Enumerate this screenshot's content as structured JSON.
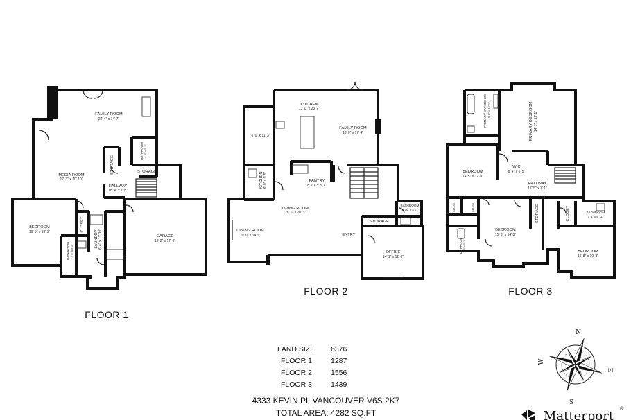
{
  "floors": [
    {
      "label": "FLOOR 1",
      "rooms": [
        {
          "name": "FAMILY ROOM",
          "dims": "24' 4\" x 14' 7\""
        },
        {
          "name": "MEDIA ROOM",
          "dims": "17' 3\" x 10' 10\""
        },
        {
          "name": "STORAGE",
          "dims": ""
        },
        {
          "name": "BATHROOM",
          "dims": "4' 8\" x 5' 3\""
        },
        {
          "name": "STORAGE",
          "dims": ""
        },
        {
          "name": "HALLWAY",
          "dims": "18' 4\" x 7' 8\""
        },
        {
          "name": "BEDROOM",
          "dims": "16' 5\" x 13' 5\""
        },
        {
          "name": "CLOSET",
          "dims": ""
        },
        {
          "name": "LAUNDRY",
          "dims": "6' 4\" x 13' 10\""
        },
        {
          "name": "BATHROOM",
          "dims": "7' 5\" x 5' 2\""
        },
        {
          "name": "GARAGE",
          "dims": "19' 2\" x 17' 6\""
        }
      ]
    },
    {
      "label": "FLOOR 2",
      "rooms": [
        {
          "name": "KITCHEN",
          "dims": "13' 0\" x 23' 2\""
        },
        {
          "name": "FAMILY ROOM",
          "dims": "10' 0\" x 17' 4\""
        },
        {
          "name": "",
          "dims": "6' 0\" x 11' 3\""
        },
        {
          "name": "KITCHEN",
          "dims": "6' 0\" x 9' 5\""
        },
        {
          "name": "PANTRY",
          "dims": "8' 10\" x 3' 7\""
        },
        {
          "name": "LIVING ROOM",
          "dims": "28' 6\" x 20' 3\""
        },
        {
          "name": "DINING ROOM",
          "dims": "10' 0\" x 14' 9\""
        },
        {
          "name": "BATHROOM",
          "dims": "5' 10\" x 5' 7\""
        },
        {
          "name": "STORAGE",
          "dims": ""
        },
        {
          "name": "ENTRY",
          "dims": ""
        },
        {
          "name": "OFFICE",
          "dims": "14' 1\" x 12' 0\""
        }
      ]
    },
    {
      "label": "FLOOR 3",
      "rooms": [
        {
          "name": "PRIMARY BATHROOM",
          "dims": "10' 9\" x 14' 1\""
        },
        {
          "name": "PRIMARY BEDROOM",
          "dims": "14' 7\" x 19' 1\""
        },
        {
          "name": "BEDROOM",
          "dims": "14' 5\" x 12' 0\""
        },
        {
          "name": "WIC",
          "dims": "8' 4\" x 6' 5\""
        },
        {
          "name": "HALLWAY",
          "dims": "17' 5\" x 7' 1\""
        },
        {
          "name": "CLOSET",
          "dims": ""
        },
        {
          "name": "CLOSET",
          "dims": ""
        },
        {
          "name": "STORAGE",
          "dims": ""
        },
        {
          "name": "CLOSET",
          "dims": ""
        },
        {
          "name": "BATHROOM",
          "dims": "7' 1\" x 5' 11\""
        },
        {
          "name": "BATHROOM",
          "dims": "7' 5\" x 5' 2\""
        },
        {
          "name": "BEDROOM",
          "dims": "15' 3\" x 14' 8\""
        },
        {
          "name": "BEDROOM",
          "dims": "15' 8\" x 19' 3\""
        }
      ]
    }
  ],
  "summary": {
    "rows": [
      {
        "label": "LAND SIZE",
        "value": "6376"
      },
      {
        "label": "FLOOR 1",
        "value": "1287"
      },
      {
        "label": "FLOOR 2",
        "value": "1556"
      },
      {
        "label": "FLOOR 3",
        "value": "1439"
      }
    ],
    "address": "4333 KEVIN PL VANCOUVER V6S 2K7",
    "total": "TOTAL AREA: 4282 SQ.FT"
  },
  "compass": {
    "n": "N",
    "s": "S",
    "e": "E",
    "w": "W"
  },
  "brand": {
    "name": "Matterport",
    "mark": "®"
  }
}
